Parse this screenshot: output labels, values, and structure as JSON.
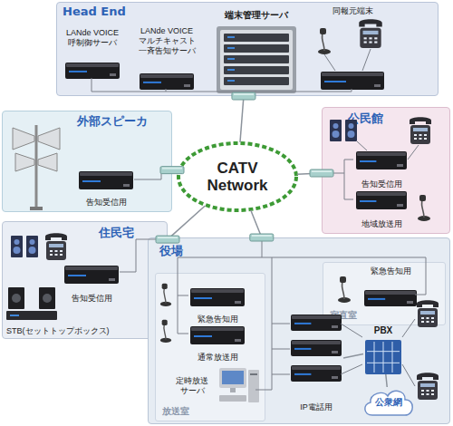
{
  "diagram": {
    "nodes": [
      {
        "text": [
          "Head End"
        ]
      },
      {
        "text": [
          "LANde VOICE 呼制御サーバ"
        ],
        "in": 0
      },
      {
        "text": [
          "LANde VOICE マルチキャスト 一斉告知サーバ"
        ],
        "in": 0
      },
      {
        "text": [
          "端末管理サーバ"
        ],
        "in": 0
      },
      {
        "text": [
          "同報元端末"
        ],
        "in": 0
      },
      {
        "text": [
          "CATV Network"
        ]
      },
      {
        "text": [
          "外部スピーカ"
        ]
      },
      {
        "text": [
          "告知受信用"
        ],
        "in": 6
      },
      {
        "text": [
          "公民館"
        ]
      },
      {
        "text": [
          "告知受信用"
        ],
        "in": 8
      },
      {
        "text": [
          "地域放送用"
        ],
        "in": 8
      },
      {
        "text": [
          "住民宅"
        ]
      },
      {
        "text": [
          "告知受信用"
        ],
        "in": 11
      },
      {
        "text": [
          "STB(セットトップボックス)"
        ],
        "in": 11
      },
      {
        "text": [
          "役場"
        ]
      },
      {
        "text": [
          "宿直室"
        ],
        "in": 14
      },
      {
        "text": [
          "緊急告知用"
        ],
        "in": 15
      },
      {
        "text": [
          "放送室"
        ],
        "in": 14
      },
      {
        "text": [
          "緊急告知用"
        ],
        "in": 17
      },
      {
        "text": [
          "通常放送用"
        ],
        "in": 17
      },
      {
        "text": [
          "定時放送 サーバ"
        ],
        "in": 17
      },
      {
        "text": [
          "IP電話用"
        ],
        "in": 14
      },
      {
        "text": [
          "PBX"
        ],
        "in": 14
      },
      {
        "text": [
          "公衆網"
        ],
        "in": 14
      }
    ],
    "edges": [
      {
        "from": 5,
        "to": 0,
        "arrow": "none"
      },
      {
        "from": 5,
        "to": 6,
        "arrow": "none"
      },
      {
        "from": 5,
        "to": 8,
        "arrow": "none"
      },
      {
        "from": 5,
        "to": 11,
        "arrow": "none"
      },
      {
        "from": 5,
        "to": 14,
        "arrow": "none"
      },
      {
        "from": 21,
        "to": 22,
        "arrow": "none"
      },
      {
        "from": 22,
        "to": 23,
        "arrow": "none"
      }
    ]
  }
}
